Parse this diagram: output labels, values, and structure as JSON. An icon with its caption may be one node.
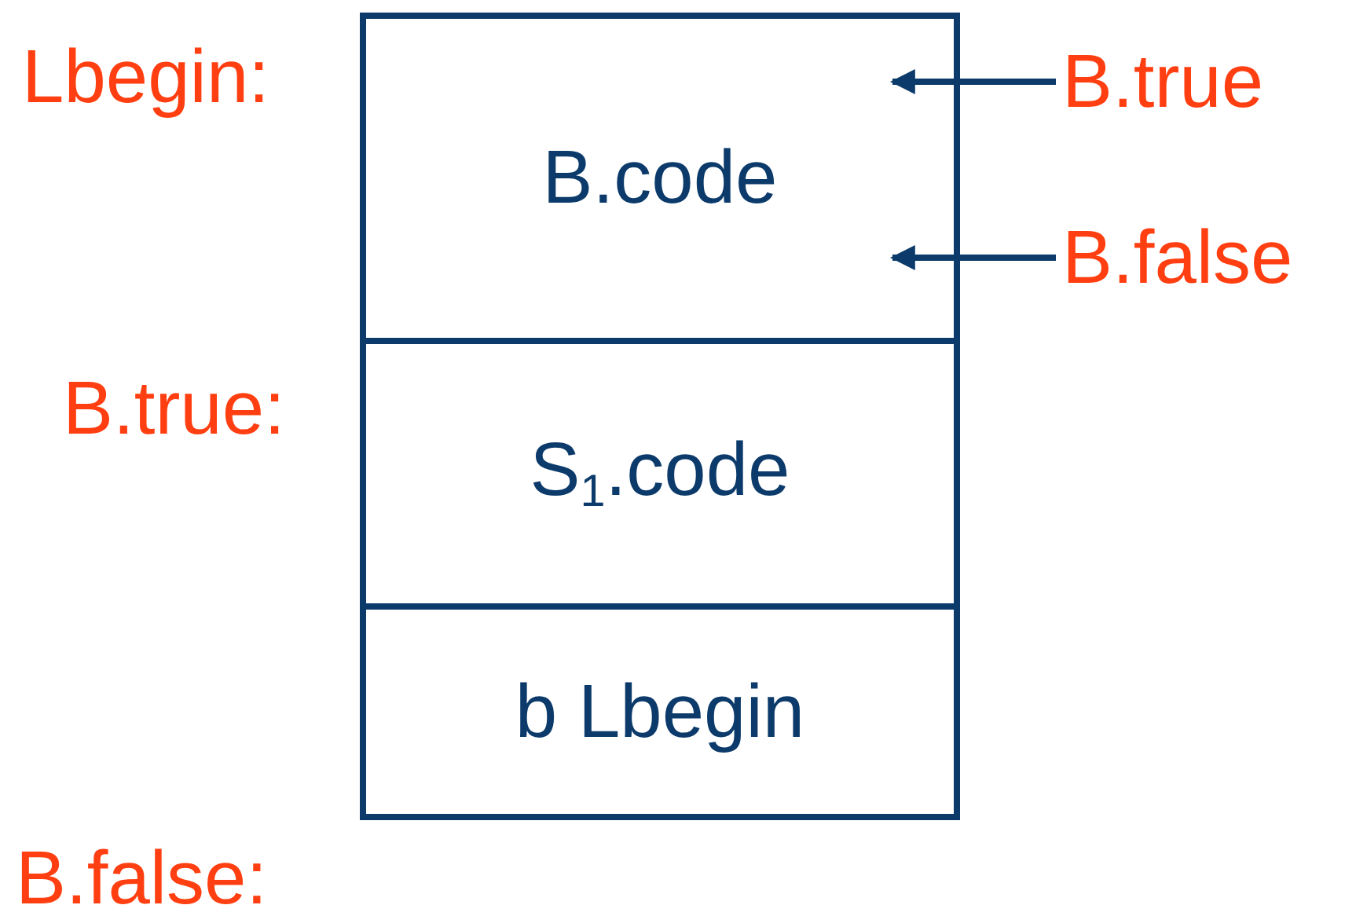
{
  "diagram": {
    "nodes": [
      {
        "text": [
          "B.code"
        ]
      },
      {
        "text": [
          "S$_{1}$.code"
        ]
      },
      {
        "text": [
          "b Lbegin"
        ]
      },
      {
        "text": [
          "B.true"
        ]
      },
      {
        "text": [
          "B.false"
        ]
      }
    ],
    "edges": [
      {
        "from": 3,
        "to": 0,
        "arrow": "to"
      },
      {
        "from": 4,
        "to": 0,
        "arrow": "to"
      }
    ],
    "labels": [
      "Lbegin:",
      "B.true:",
      "B.false:"
    ]
  }
}
